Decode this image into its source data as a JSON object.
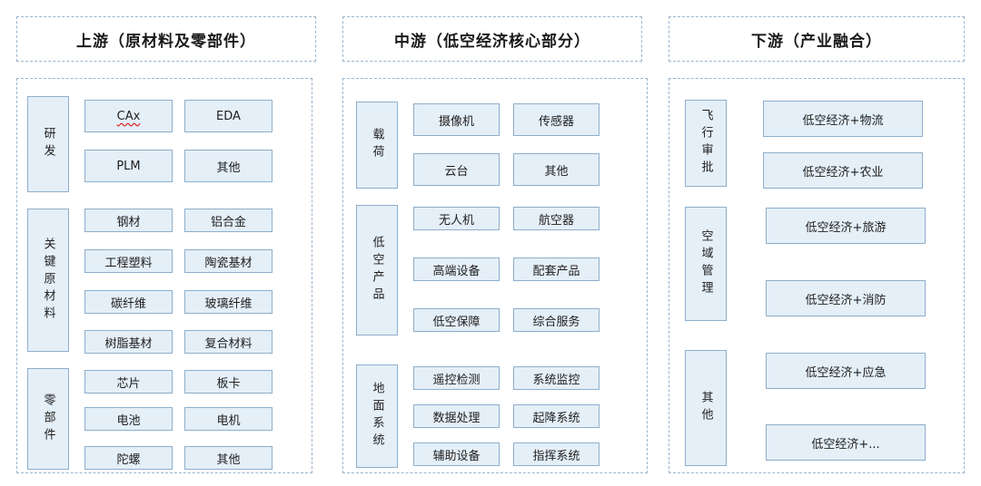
{
  "headers": {
    "upstream": "上游（原材料及零部件）",
    "midstream": "中游（低空经济核心部分）",
    "downstream": "下游（产业融合）"
  },
  "upstream": {
    "rd": {
      "label": "研发",
      "items": [
        "CAx",
        "EDA",
        "PLM",
        "其他"
      ]
    },
    "materials": {
      "label": "关键原材料",
      "items": [
        "钢材",
        "铝合金",
        "工程塑料",
        "陶瓷基材",
        "碳纤维",
        "玻璃纤维",
        "树脂基材",
        "复合材料"
      ]
    },
    "parts": {
      "label": "零部件",
      "items": [
        "芯片",
        "板卡",
        "电池",
        "电机",
        "陀螺",
        "其他"
      ]
    }
  },
  "midstream": {
    "payload": {
      "label": "载荷",
      "items": [
        "摄像机",
        "传感器",
        "云台",
        "其他"
      ]
    },
    "products": {
      "label": "低空产品",
      "items": [
        "无人机",
        "航空器",
        "高端设备",
        "配套产品",
        "低空保障",
        "综合服务"
      ]
    },
    "ground": {
      "label": "地面系统",
      "items": [
        "遥控检测",
        "系统监控",
        "数据处理",
        "起降系统",
        "辅助设备",
        "指挥系统"
      ]
    }
  },
  "downstream": {
    "flight_approval": {
      "label": "飞行审批",
      "items": [
        "低空经济+物流",
        "低空经济+农业"
      ]
    },
    "airspace": {
      "label": "空域管理",
      "items": [
        "低空经济+旅游",
        "低空经济+消防"
      ]
    },
    "other": {
      "label": "其他",
      "items": [
        "低空经济+应急",
        "低空经济+..."
      ]
    }
  }
}
